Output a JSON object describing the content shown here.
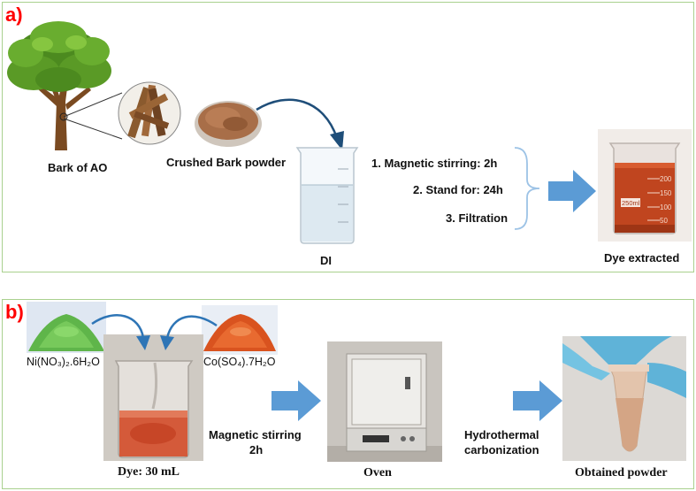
{
  "panel_a": {
    "label": "a)",
    "bark_label": "Bark of AO",
    "crushed_label": "Crushed Bark powder",
    "di_label": "DI",
    "steps": [
      "1. Magnetic stirring: 2h",
      "2. Stand for: 24h",
      "3. Filtration"
    ],
    "result_label": "Dye extracted",
    "beaker_250": "250ml",
    "beaker_marks": [
      "200",
      "150",
      "100",
      "50"
    ]
  },
  "panel_b": {
    "label": "b)",
    "ni_salt": "Ni(NO₃)₂.6H₂O",
    "co_salt": "Co(SO₄).7H₂O",
    "dye_label": "Dye: 30 mL",
    "stir_label_1": "Magnetic stirring",
    "stir_label_2": "2h",
    "oven_label": "Oven",
    "hydro_label_1": "Hydrothermal",
    "hydro_label_2": "carbonization",
    "product_label": "Obtained powder"
  },
  "colors": {
    "panel_border": "#a9d18e",
    "label_red": "#ff0000",
    "arrow_blue": "#5b9bd5",
    "brace_blue": "#9dc3e6"
  }
}
